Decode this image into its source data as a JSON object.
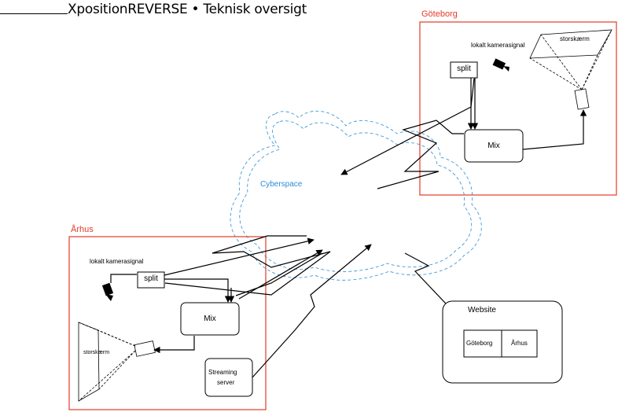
{
  "title": "XpositionREVERSE • Teknisk oversigt",
  "colors": {
    "region_border": "#e23b2a",
    "cloud": "#2a8fd4",
    "line": "#000000"
  },
  "cyberspace": {
    "label": "Cyberspace"
  },
  "goteborg": {
    "label": "Göteborg",
    "camera_label": "lokalt kamerasignal",
    "split_label": "split",
    "mix_label": "Mix",
    "screen_label": "storskærm"
  },
  "arhus": {
    "label": "Århus",
    "camera_label": "lokalt kamerasignal",
    "split_label": "split",
    "mix_label": "Mix",
    "screen_label": "storskærm",
    "streaming_label_1": "Streaming",
    "streaming_label_2": "server"
  },
  "website": {
    "label": "Website",
    "cells": [
      "Göteborg",
      "Århus"
    ]
  }
}
